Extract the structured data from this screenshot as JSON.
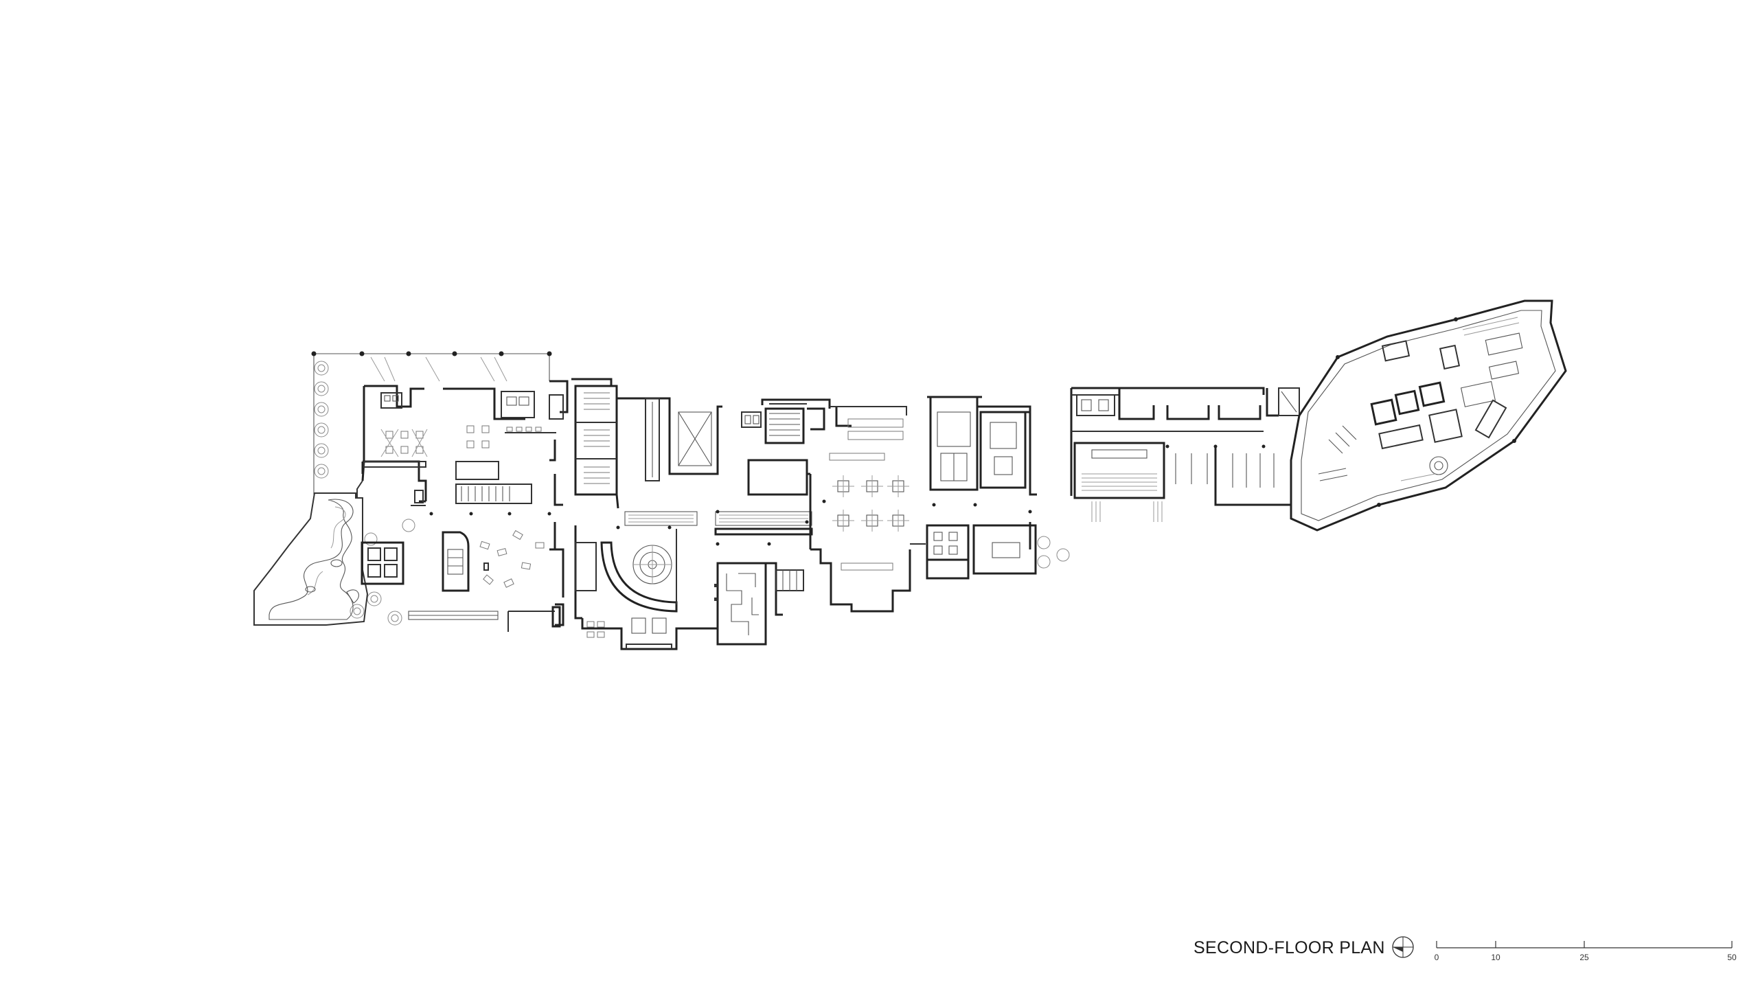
{
  "drawing": {
    "title": "SECOND-FLOOR PLAN",
    "north_arrow_icon": "north-arrow-icon",
    "scale_bar": {
      "ticks": [
        "0",
        "10",
        "25",
        "50"
      ],
      "max_value": 50
    },
    "line_color": "#222222",
    "background": "#ffffff"
  }
}
